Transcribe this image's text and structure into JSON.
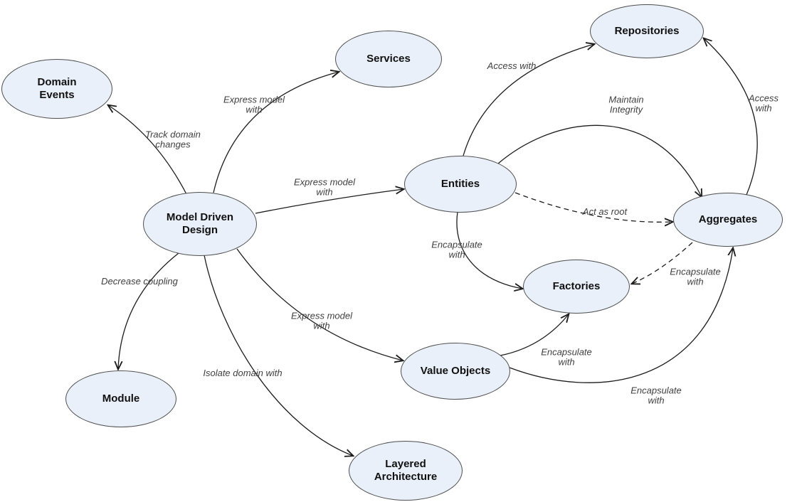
{
  "colors": {
    "background": "#ffffff",
    "node_fill": "#e9f0f9",
    "node_border": "#4e4e4e",
    "edge_color": "#1c1c1c",
    "edge_label_color": "#3f3f3f",
    "node_label_color": "#111111"
  },
  "nodes": {
    "domain_events": {
      "label": "Domain\nEvents"
    },
    "services": {
      "label": "Services"
    },
    "repositories": {
      "label": "Repositories"
    },
    "entities": {
      "label": "Entities"
    },
    "model_driven_design": {
      "label": "Model Driven\nDesign"
    },
    "aggregates": {
      "label": "Aggregates"
    },
    "factories": {
      "label": "Factories"
    },
    "module": {
      "label": "Module"
    },
    "value_objects": {
      "label": "Value Objects"
    },
    "layered_architecture": {
      "label": "Layered\nArchitecture"
    }
  },
  "edges": {
    "mdd_domain_events": {
      "label": "Track domain\nchanges",
      "from": "model_driven_design",
      "to": "domain_events",
      "style": "solid"
    },
    "mdd_services": {
      "label": "Express model\nwith",
      "from": "model_driven_design",
      "to": "services",
      "style": "solid"
    },
    "mdd_entities": {
      "label": "Express model\nwith",
      "from": "model_driven_design",
      "to": "entities",
      "style": "solid"
    },
    "mdd_value_objects": {
      "label": "Express model\nwith",
      "from": "model_driven_design",
      "to": "value_objects",
      "style": "solid"
    },
    "mdd_module": {
      "label": "Decrease coupling",
      "from": "model_driven_design",
      "to": "module",
      "style": "solid"
    },
    "mdd_layered_architecture": {
      "label": "Isolate domain with",
      "from": "model_driven_design",
      "to": "layered_architecture",
      "style": "solid"
    },
    "entities_repositories": {
      "label": "Access with",
      "from": "entities",
      "to": "repositories",
      "style": "solid"
    },
    "aggregates_repositories": {
      "label": "Access with",
      "from": "aggregates",
      "to": "repositories",
      "style": "solid"
    },
    "entities_aggregates_integrity": {
      "label": "Maintain\nIntegrity",
      "from": "entities",
      "to": "aggregates",
      "style": "solid"
    },
    "entities_aggregates_root": {
      "label": "Act as root",
      "from": "entities",
      "to": "aggregates",
      "style": "dashed"
    },
    "entities_factories": {
      "label": "Encapsulate\nwith",
      "from": "entities",
      "to": "factories",
      "style": "solid"
    },
    "aggregates_factories": {
      "label": "Encapsulate\nwith",
      "from": "aggregates",
      "to": "factories",
      "style": "dashed"
    },
    "value_objects_factories": {
      "label": "Encapsulate\nwith",
      "from": "value_objects",
      "to": "factories",
      "style": "solid"
    },
    "value_objects_aggregates": {
      "label": "Encapsulate\nwith",
      "from": "value_objects",
      "to": "aggregates",
      "style": "solid"
    }
  }
}
